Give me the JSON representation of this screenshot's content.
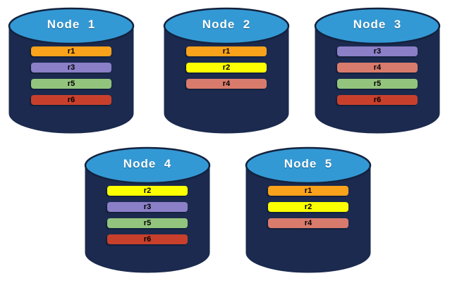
{
  "palette": {
    "background": "#FFFFFF",
    "cylinder_body": "#1B2A4E",
    "cylinder_top": "#3399D5",
    "cylinder_outline": "#13223E",
    "node_label_color": "#FFFFFF",
    "replica_label_color": "#000000"
  },
  "replica_colors": {
    "r1": "#F9A21B",
    "r2": "#FBFF00",
    "r3": "#8B7FC7",
    "r4": "#D97B6C",
    "r5": "#93C47D",
    "r6": "#C8402B"
  },
  "nodes": [
    {
      "label": "Node  1",
      "replicas": [
        "r1",
        "r3",
        "r5",
        "r6"
      ]
    },
    {
      "label": "Node  2",
      "replicas": [
        "r1",
        "r2",
        "r4"
      ]
    },
    {
      "label": "Node  3",
      "replicas": [
        "r3",
        "r4",
        "r5",
        "r6"
      ]
    },
    {
      "label": "Node  4",
      "replicas": [
        "r2",
        "r3",
        "r5",
        "r6"
      ]
    },
    {
      "label": "Node  5",
      "replicas": [
        "r1",
        "r2",
        "r4"
      ]
    }
  ]
}
